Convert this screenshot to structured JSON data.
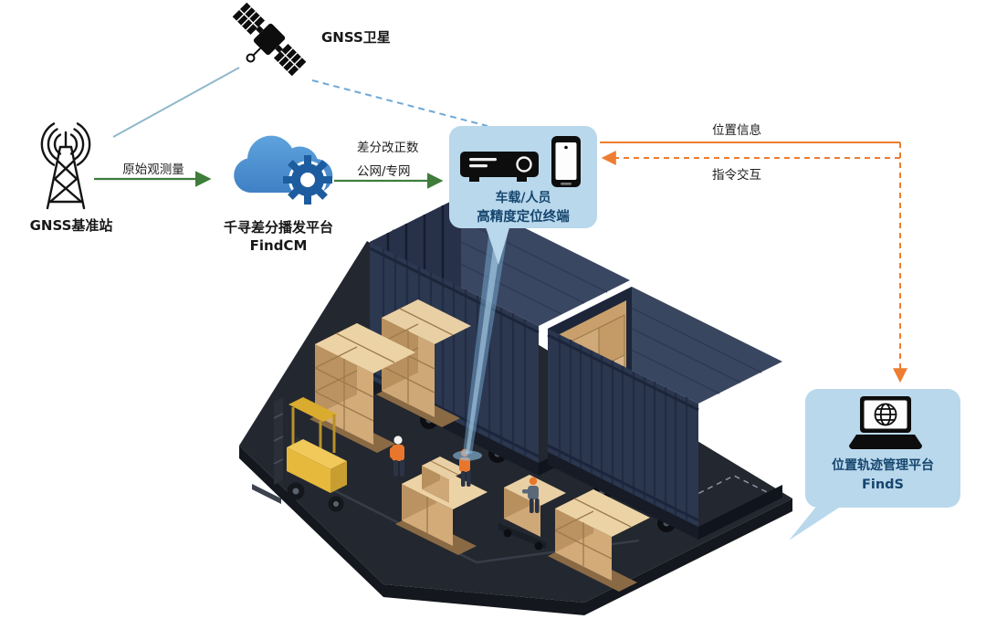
{
  "diagram": {
    "nodes": {
      "satellite": {
        "label": "GNSS卫星"
      },
      "base_station": {
        "label": "GNSS基准站"
      },
      "cloud_platform": {
        "title": "千寻差分播发平台",
        "subtitle": "FindCM"
      },
      "terminal": {
        "line1": "车载/人员",
        "line2": "高精度定位终端"
      },
      "management_platform": {
        "title": "位置轨迹管理平台",
        "subtitle": "FindS"
      }
    },
    "links": {
      "raw_observation": {
        "label": "原始观测量"
      },
      "correction": {
        "label_line1": "差分改正数",
        "label_line2": "公网/专网"
      },
      "position_info": {
        "label": "位置信息"
      },
      "command_interaction": {
        "label": "指令交互"
      }
    }
  },
  "colors": {
    "arrow-green": "#3e7d3b",
    "arrow-orange": "#ed7d31",
    "link-blue": "#6fa8d6",
    "link-teal": "#8fb8c9",
    "bubble-bg": "#b9d8ec",
    "bubble-text": "#16456e",
    "cloud-blue": "#4a8fd3",
    "gear-blue": "#1d5c9e",
    "icon-black": "#0d0d0d",
    "container-navy": "#2c3850",
    "carton-tan": "#d2ab79",
    "forklift-yellow": "#e6b93c",
    "platform-dark": "#23272f"
  }
}
